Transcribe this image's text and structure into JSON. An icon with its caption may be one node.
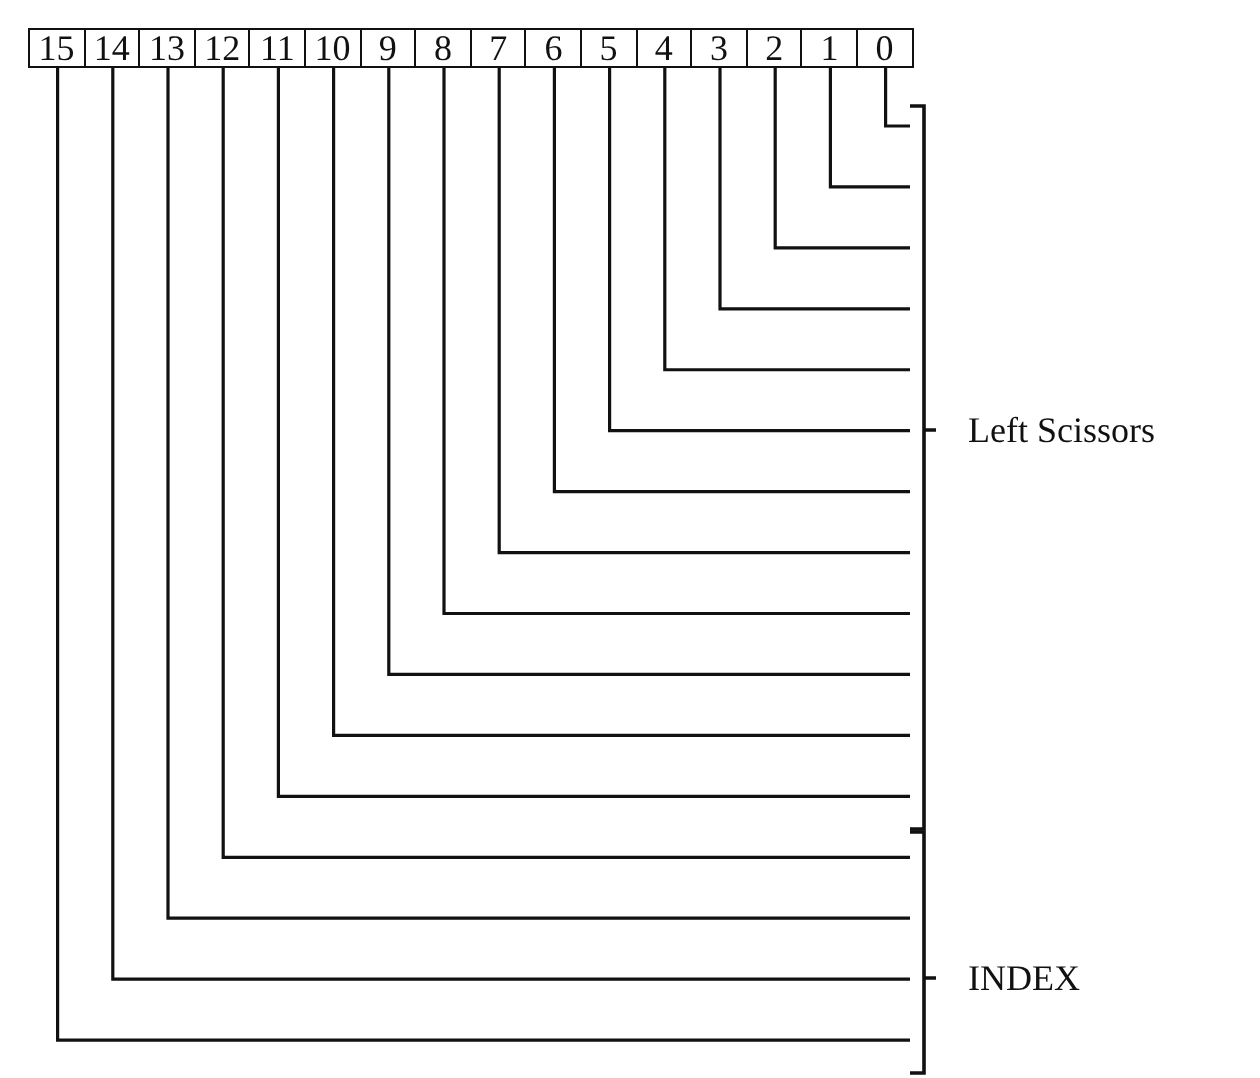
{
  "diagram": {
    "nodes": [
      {
        "text": [
          "15"
        ]
      },
      {
        "text": [
          "14"
        ]
      },
      {
        "text": [
          "13"
        ]
      },
      {
        "text": [
          "12"
        ]
      },
      {
        "text": [
          "11"
        ]
      },
      {
        "text": [
          "10"
        ]
      },
      {
        "text": [
          "9"
        ]
      },
      {
        "text": [
          "8"
        ]
      },
      {
        "text": [
          "7"
        ]
      },
      {
        "text": [
          "6"
        ]
      },
      {
        "text": [
          "5"
        ]
      },
      {
        "text": [
          "4"
        ]
      },
      {
        "text": [
          "3"
        ]
      },
      {
        "text": [
          "2"
        ]
      },
      {
        "text": [
          "1"
        ]
      },
      {
        "text": [
          "0"
        ]
      },
      {
        "text": [
          "Left Scissors"
        ]
      },
      {
        "text": [
          "INDEX"
        ]
      }
    ],
    "edges": [
      {
        "from": 0,
        "to": 17,
        "arrow": "none"
      },
      {
        "from": 1,
        "to": 17,
        "arrow": "none"
      },
      {
        "from": 2,
        "to": 17,
        "arrow": "none"
      },
      {
        "from": 3,
        "to": 17,
        "arrow": "none"
      },
      {
        "from": 4,
        "to": 16,
        "arrow": "none"
      },
      {
        "from": 5,
        "to": 16,
        "arrow": "none"
      },
      {
        "from": 6,
        "to": 16,
        "arrow": "none"
      },
      {
        "from": 7,
        "to": 16,
        "arrow": "none"
      },
      {
        "from": 8,
        "to": 16,
        "arrow": "none"
      },
      {
        "from": 9,
        "to": 16,
        "arrow": "none"
      },
      {
        "from": 10,
        "to": 16,
        "arrow": "none"
      },
      {
        "from": 11,
        "to": 16,
        "arrow": "none"
      },
      {
        "from": 12,
        "to": 16,
        "arrow": "none"
      },
      {
        "from": 13,
        "to": 16,
        "arrow": "none"
      },
      {
        "from": 14,
        "to": 16,
        "arrow": "none"
      },
      {
        "from": 15,
        "to": 16,
        "arrow": "none"
      }
    ]
  }
}
